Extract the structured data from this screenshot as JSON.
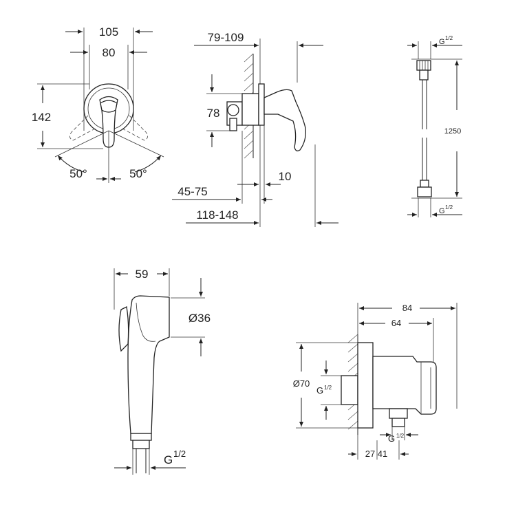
{
  "views": {
    "mixer_front": {
      "width_outer": "105",
      "width_inner": "80",
      "height": "142",
      "angle_left": "50°",
      "angle_right": "50°"
    },
    "mixer_side": {
      "wall_range": "79-109",
      "height_body": "78",
      "depth_a": "45-75",
      "depth_b": "10",
      "depth_total": "118-148"
    },
    "hose": {
      "length": "1250",
      "thread_top": "G",
      "thread_top_frac": "1/2",
      "thread_bottom": "G",
      "thread_bottom_frac": "1/2"
    },
    "handshower": {
      "width": "59",
      "diameter": "Ø36",
      "thread": "G",
      "thread_frac": "1/2"
    },
    "wall_outlet": {
      "width_total": "84",
      "width_inner": "64",
      "diameter": "Ø70",
      "thread_left": "G",
      "thread_left_frac": "1/2",
      "thread_bottom": "G",
      "thread_bottom_frac": "1/2",
      "offsets": "27 41"
    }
  }
}
